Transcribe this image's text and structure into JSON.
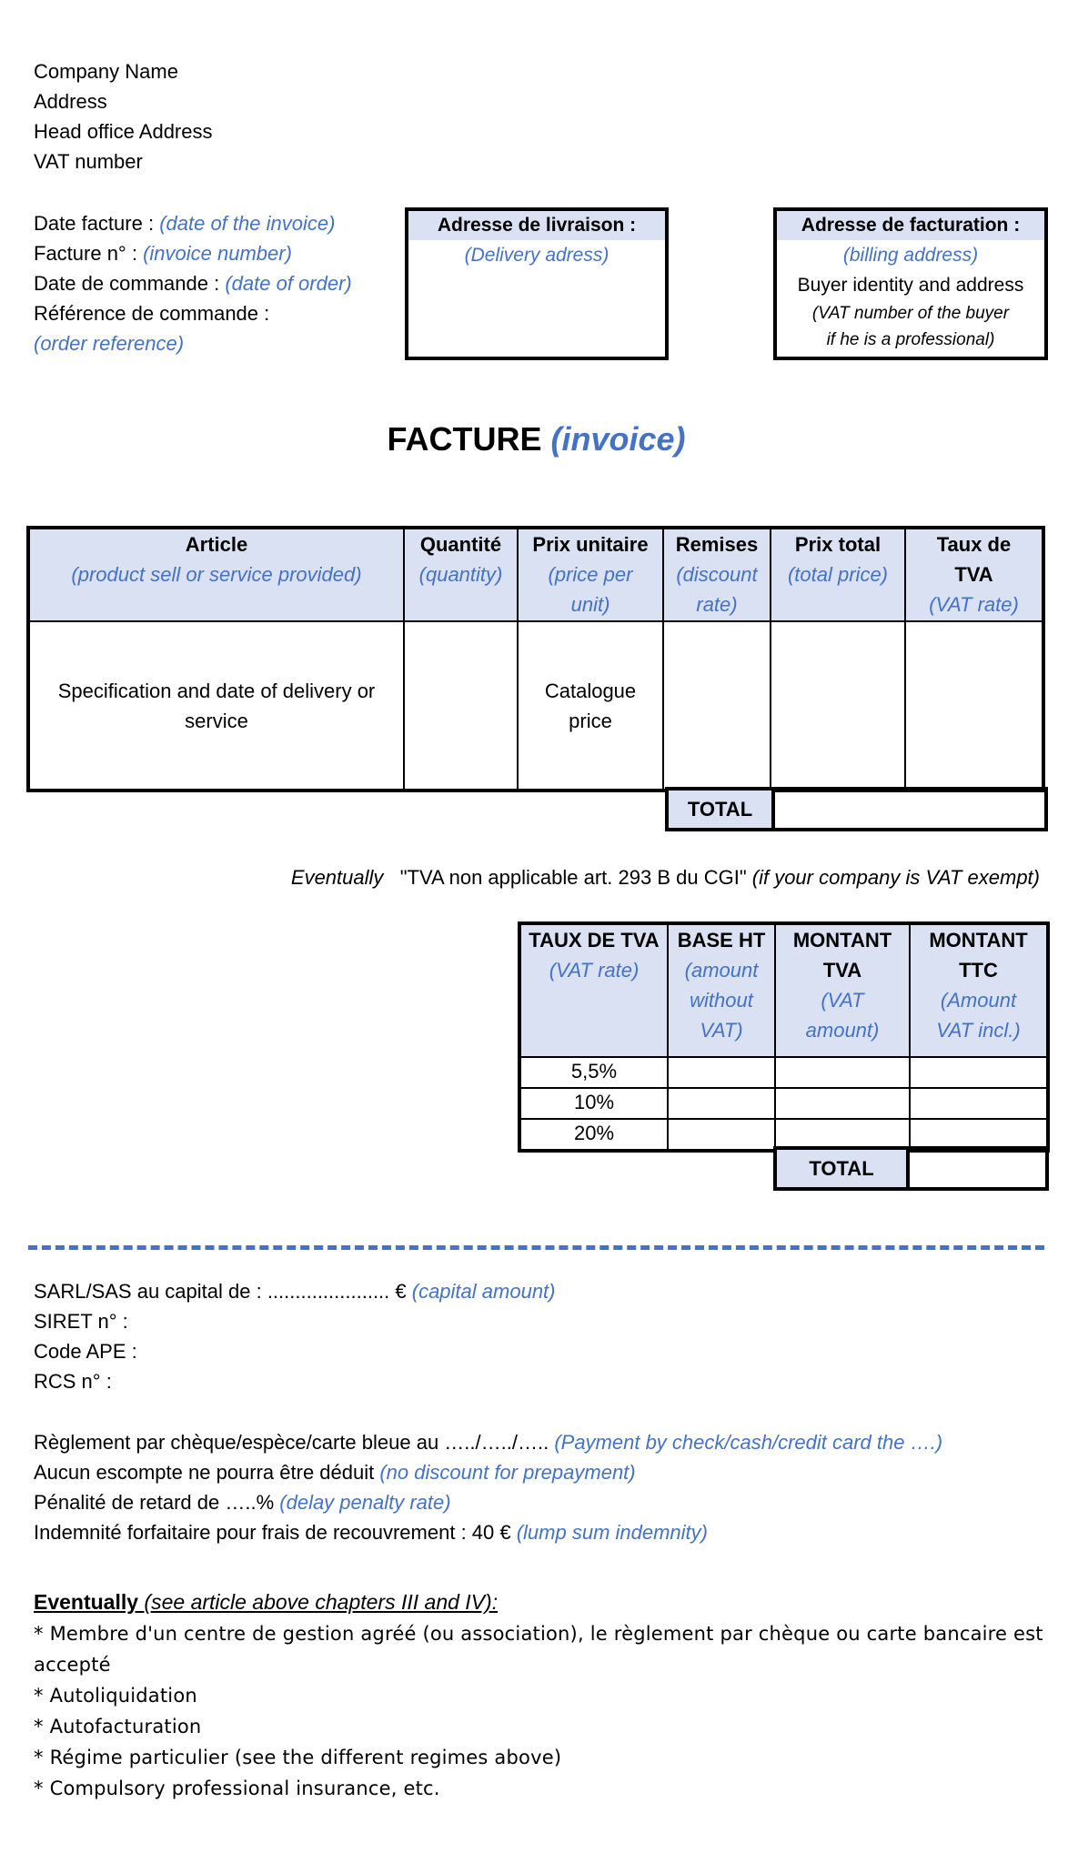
{
  "seller": {
    "company_name": "Company Name",
    "address": "Address",
    "head_office": "Head office Address",
    "vat_number": "VAT number"
  },
  "invoice_meta": {
    "date_label": "Date facture : ",
    "date_hint": "(date of the invoice)",
    "number_label": "Facture n° : ",
    "number_hint": "(invoice number)",
    "order_date_label": "Date de commande : ",
    "order_date_hint": "(date of order)",
    "order_ref_label": "Référence de commande :",
    "order_ref_hint": "(order reference)"
  },
  "delivery_box": {
    "header": "Adresse de livraison :",
    "hint": "(Delivery adress)"
  },
  "billing_box": {
    "header": "Adresse de facturation :",
    "hint": "(billing address)",
    "line1": "Buyer identity and address",
    "line2": "(VAT number of the buyer",
    "line3": "if he is a professional)"
  },
  "title": {
    "main": "FACTURE",
    "hint": "(invoice)"
  },
  "items_table": {
    "columns": [
      {
        "label": "Article",
        "hint": "(product sell or service provided)"
      },
      {
        "label": "Quantité",
        "hint": "(quantity)"
      },
      {
        "label": "Prix unitaire",
        "hint": "(price per unit)"
      },
      {
        "label": "Remises",
        "hint": "(discount rate)"
      },
      {
        "label": "Prix total",
        "hint": "(total price)"
      },
      {
        "label": "Taux de TVA",
        "hint": "(VAT rate)"
      }
    ],
    "rows": [
      [
        "Specification and date of delivery or service",
        "",
        "Catalogue price",
        "",
        "",
        ""
      ]
    ],
    "total_label": "TOTAL",
    "total_value": ""
  },
  "vat_note": {
    "prefix": "Eventually",
    "quote": "\"TVA non applicable art. 293 B du CGI\"",
    "suffix": "(if your company is VAT exempt)"
  },
  "vat_table": {
    "columns": [
      {
        "label": "TAUX DE TVA",
        "hint": "(VAT rate)"
      },
      {
        "label": "BASE HT",
        "hint": "(amount without VAT)"
      },
      {
        "label": "MONTANT TVA",
        "hint": "(VAT amount)"
      },
      {
        "label": "MONTANT TTC",
        "hint": "(Amount VAT incl.)"
      }
    ],
    "rows": [
      [
        "5,5%",
        "",
        "",
        ""
      ],
      [
        "10%",
        "",
        "",
        ""
      ],
      [
        "20%",
        "",
        "",
        ""
      ]
    ],
    "total_label": "TOTAL",
    "total_value": ""
  },
  "legal": {
    "capital_label": "SARL/SAS au capital de : ...................... € ",
    "capital_hint": "(capital amount)",
    "siret": "SIRET n° :",
    "ape": "Code APE :",
    "rcs": "RCS n° :"
  },
  "payment": {
    "method_label": "Règlement par chèque/espèce/carte bleue au …../…../….. ",
    "method_hint": "(Payment by check/cash/credit card the ….)",
    "discount_label": "Aucun escompte ne pourra être déduit ",
    "discount_hint": "(no discount for prepayment)",
    "penalty_label": "Pénalité de retard de …..% ",
    "penalty_hint": "(delay penalty rate)",
    "indemnity_label": "Indemnité forfaitaire pour frais de recouvrement : 40 € ",
    "indemnity_hint": "(lump sum indemnity)"
  },
  "eventually": {
    "heading": "Eventually",
    "heading_hint": " (see article above chapters III and IV):",
    "items": [
      "* Membre d'un centre de gestion agréé (ou association), le règlement par chèque ou carte bancaire est accepté",
      "* Autoliquidation",
      "* Autofacturation",
      "* Régime particulier (see the different regimes above)",
      "* Compulsory professional insurance, etc."
    ]
  },
  "colors": {
    "accent_blue": "#4472c4",
    "header_fill": "#d9e1f2"
  }
}
